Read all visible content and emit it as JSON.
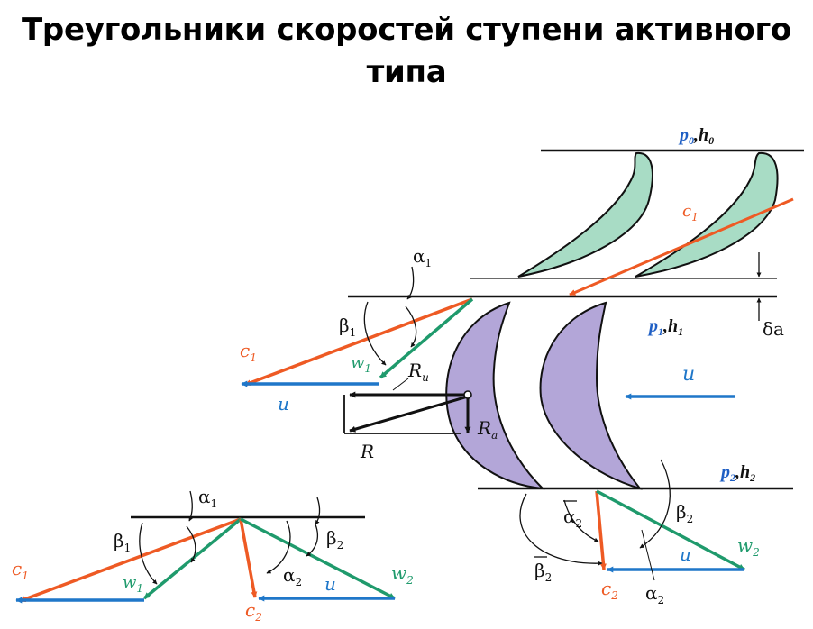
{
  "title": {
    "line1": "Треугольники скоростей ступени активного",
    "line2": "типа"
  },
  "colors": {
    "c_vector": "#ee5a24",
    "w_vector": "#1f9a6c",
    "u_vector": "#1f77c9",
    "label_blue": "#1f5fc4",
    "nozzle_blade": "#a8dcc5",
    "rotor_blade": "#b3a6d8"
  },
  "labels": {
    "p0": "p",
    "p0_sub": "0",
    "h0": "h",
    "h0_sub": "0",
    "p1": "p",
    "p1_sub": "1",
    "h1": "h",
    "h1_sub": "1",
    "p2": "p",
    "p2_sub": "2",
    "h2": "h",
    "h2_sub": "2",
    "c": "c",
    "w": "w",
    "u": "u",
    "alpha": "α",
    "beta": "β",
    "sub1": "1",
    "sub2": "2",
    "subu": "u",
    "suba": "a",
    "R": "R",
    "delta_a": "δa"
  }
}
